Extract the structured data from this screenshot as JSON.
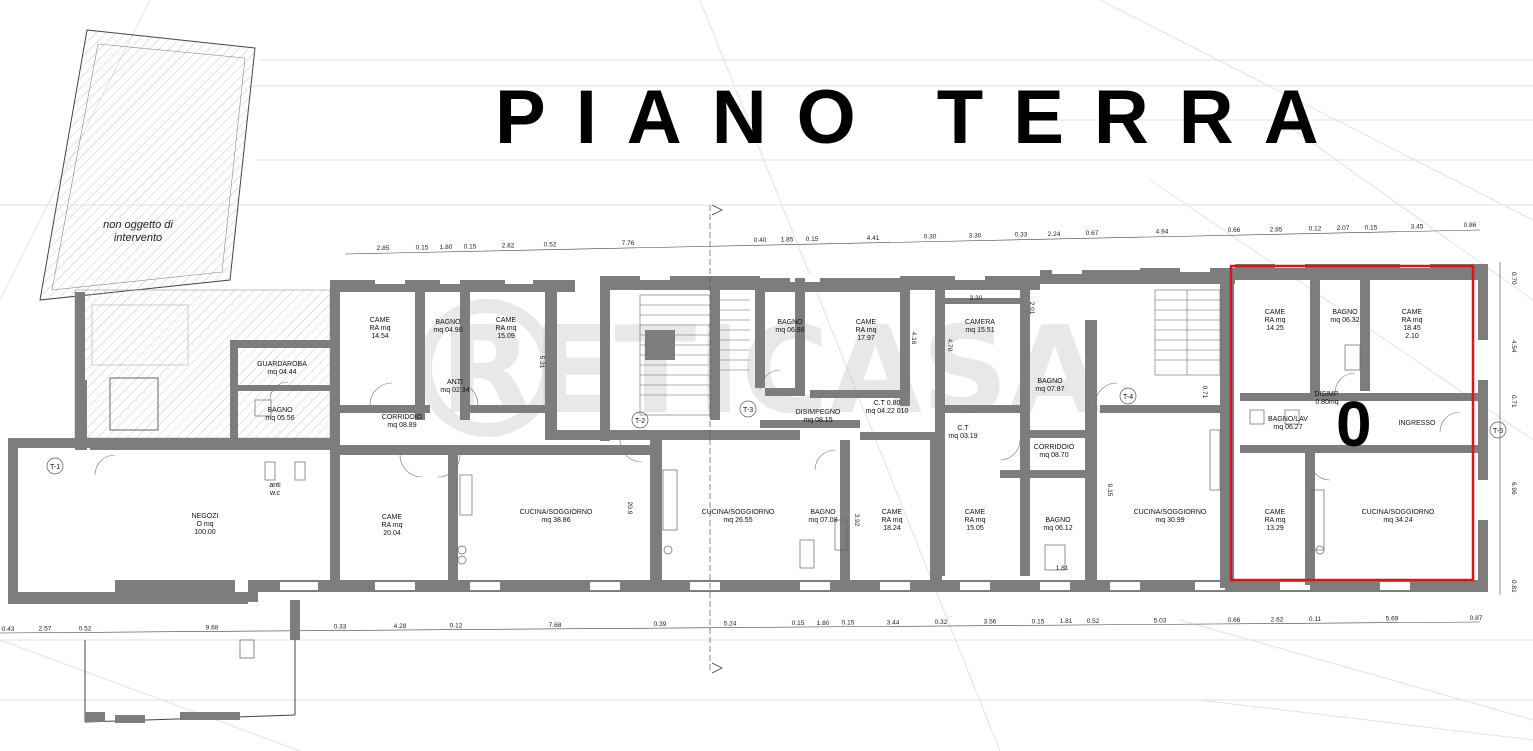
{
  "title": "PIANO TERRA",
  "highlight_label": "0",
  "watermark": "RETICASA",
  "note": {
    "line1": "non oggetto di",
    "line2": "intervento"
  },
  "section_marks": [
    "T-1",
    "T-2",
    "T-3",
    "T-4",
    "T-5"
  ],
  "rooms": [
    {
      "id": "negozi",
      "lines": [
        "NEGOZI",
        "O      mq",
        "100.00"
      ]
    },
    {
      "id": "guardaroba",
      "lines": [
        "GUARDAROBA",
        "mq 04.44"
      ]
    },
    {
      "id": "bagno-1",
      "lines": [
        "BAGNO",
        "mq 05.56"
      ]
    },
    {
      "id": "camera-1",
      "lines": [
        "CAME",
        "RA    mq",
        "14.54"
      ]
    },
    {
      "id": "bagno-2",
      "lines": [
        "BAGNO",
        "mq 04.90"
      ]
    },
    {
      "id": "anti-1",
      "lines": [
        "ANTI",
        "mq 02.34"
      ]
    },
    {
      "id": "corridoio-1",
      "lines": [
        "CORRIDOIO",
        "mq 08.89"
      ]
    },
    {
      "id": "camera-2",
      "lines": [
        "CAME",
        "RA    mq",
        "15.09"
      ]
    },
    {
      "id": "anti-wc",
      "lines": [
        "anti",
        "w.c"
      ]
    },
    {
      "id": "camera-3",
      "lines": [
        "CAME",
        "RA    mq",
        "20.04"
      ]
    },
    {
      "id": "cucina-1",
      "lines": [
        "CUCINA/SOGGIORNO",
        "mq 38.86"
      ]
    },
    {
      "id": "cucina-2",
      "lines": [
        "CUCINA/SOGGIORNO",
        "mq 26.55"
      ]
    },
    {
      "id": "bagno-3",
      "lines": [
        "BAGNO",
        "mq 06.86"
      ]
    },
    {
      "id": "camera-4",
      "lines": [
        "CAME",
        "RA    mq",
        "17.97"
      ]
    },
    {
      "id": "ct-1",
      "lines": [
        "C.T 0.80",
        "mq 04.22 010"
      ]
    },
    {
      "id": "disimpegno-1",
      "lines": [
        "DISIMPEGNO",
        "mq 08.15"
      ]
    },
    {
      "id": "bagno-4",
      "lines": [
        "BAGNO",
        "mq 07.08"
      ]
    },
    {
      "id": "camera-5",
      "lines": [
        "CAME",
        "RA    mq",
        "18.24"
      ]
    },
    {
      "id": "camera-6",
      "lines": [
        "CAMERA",
        "mq 15.51"
      ]
    },
    {
      "id": "bagno-5",
      "lines": [
        "BAGNO",
        "mq 07.87"
      ]
    },
    {
      "id": "ct-2",
      "lines": [
        "C.T",
        "mq 03.19"
      ]
    },
    {
      "id": "corridoio-2",
      "lines": [
        "CORRIDOIO",
        "mq 08.70"
      ]
    },
    {
      "id": "camera-7",
      "lines": [
        "CAME",
        "RA    mq",
        "15.05"
      ]
    },
    {
      "id": "bagno-6",
      "lines": [
        "BAGNO",
        "mq 06.12"
      ]
    },
    {
      "id": "cucina-3",
      "lines": [
        "CUCINA/SOGGIORNO",
        "mq 30.99"
      ]
    },
    {
      "id": "camera-8",
      "lines": [
        "CAME",
        "RA    mq",
        "14.25"
      ]
    },
    {
      "id": "bagno-7",
      "lines": [
        "BAGNO",
        "mq 06.32"
      ]
    },
    {
      "id": "camera-9",
      "lines": [
        "CAME",
        "RA    mq",
        "18.45",
        "2.10"
      ]
    },
    {
      "id": "disimpegno-2",
      "lines": [
        "DISIMP.",
        "0.80mq"
      ]
    },
    {
      "id": "bagno-lav",
      "lines": [
        "BAGNO/LAV",
        "mq 06.27"
      ]
    },
    {
      "id": "ingresso",
      "lines": [
        "INGRESSO"
      ]
    },
    {
      "id": "camera-10",
      "lines": [
        "CAME",
        "RA    mq",
        "13.29"
      ]
    },
    {
      "id": "cucina-4",
      "lines": [
        "CUCINA/SOGGIORNO",
        "mq 34.24"
      ]
    }
  ],
  "top_dimensions": [
    "2.85",
    "0.15",
    "1.80",
    "0.15",
    "2.82",
    "0.52",
    "7.76",
    "0.40",
    "1.85",
    "0.15",
    "4.41",
    "0.30",
    "3.30",
    "0.33",
    "2.24",
    "0.67",
    "4.94",
    "0.66",
    "2.85",
    "0.12",
    "2.07",
    "0.15",
    "3.45",
    "0.86"
  ],
  "bottom_dimensions": [
    "0.43",
    "2.57",
    "0.52",
    "9.68",
    "0.33",
    "4.28",
    "0.12",
    "7.68",
    "0.39",
    "5.24",
    "0.15",
    "1.80",
    "0.15",
    "3.44",
    "0.32",
    "3.56",
    "0.15",
    "1.81",
    "0.52",
    "5.03",
    "0.66",
    "2.62",
    "0.11",
    "5.69",
    "0.87"
  ],
  "side_dimensions": [
    "0.70",
    "4.54",
    "0.71",
    "6.96",
    "0.81"
  ],
  "inner_dimensions": [
    "3.30",
    "5.31",
    "4.70",
    "4.16",
    "9.15",
    "1.81",
    "20.9",
    "3.92",
    "0.71",
    "2.01"
  ]
}
